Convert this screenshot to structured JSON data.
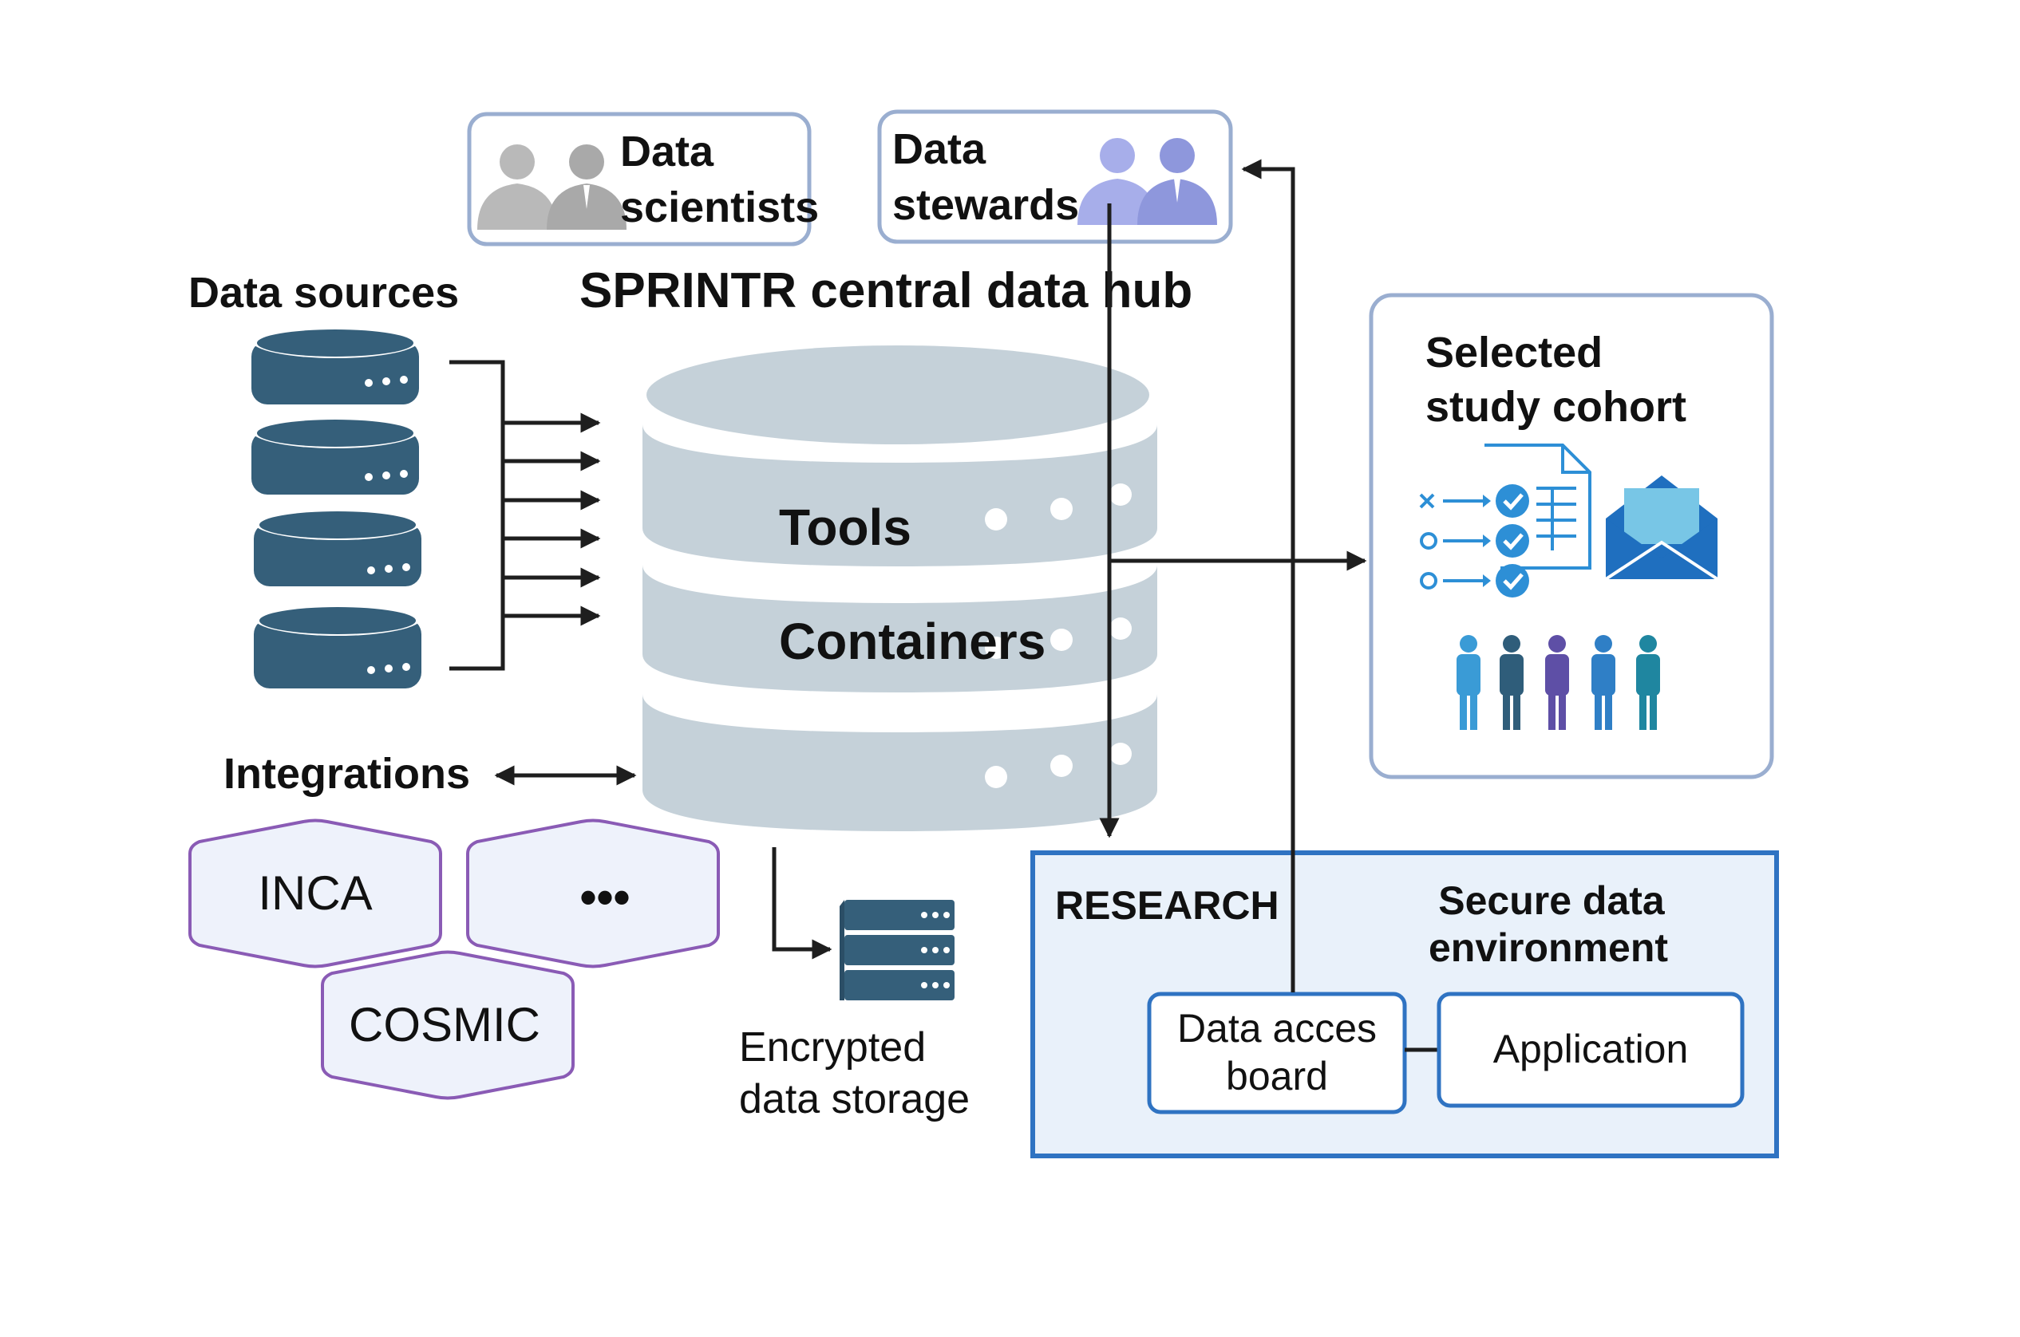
{
  "roles": {
    "data_scientists": [
      "Data",
      "scientists"
    ],
    "data_stewards": [
      "Data",
      "stewards"
    ]
  },
  "hub": {
    "title": "SPRINTR central data hub",
    "layer_tools": "Tools",
    "layer_containers": "Containers"
  },
  "sources": {
    "title": "Data sources"
  },
  "integrations": {
    "title": "Integrations",
    "items": [
      "INCA",
      "•••",
      "COSMIC"
    ]
  },
  "storage": {
    "label": [
      "Encrypted",
      "data storage"
    ]
  },
  "cohort": {
    "title": [
      "Selected",
      "study cohort"
    ]
  },
  "research": {
    "label": "RESEARCH",
    "environment": [
      "Secure data",
      "environment"
    ],
    "access_board": [
      "Data acces",
      "board"
    ],
    "application": "Application"
  },
  "colors": {
    "database_dark": "#355f7a",
    "hub_gray": "#c5d1d9",
    "role_border": "#9aaed0",
    "steward_purple": "#9aa2e2",
    "scientist_gray": "#b7b7b7",
    "hex_border": "#8a5bb5",
    "hex_fill": "#eef2fb",
    "research_border": "#2f73c2",
    "research_fill": "#e9f1fa",
    "icon_blue": "#2d8fd6",
    "envelope_blue": "#1f6fbf",
    "arrow": "#1e1e1e"
  }
}
